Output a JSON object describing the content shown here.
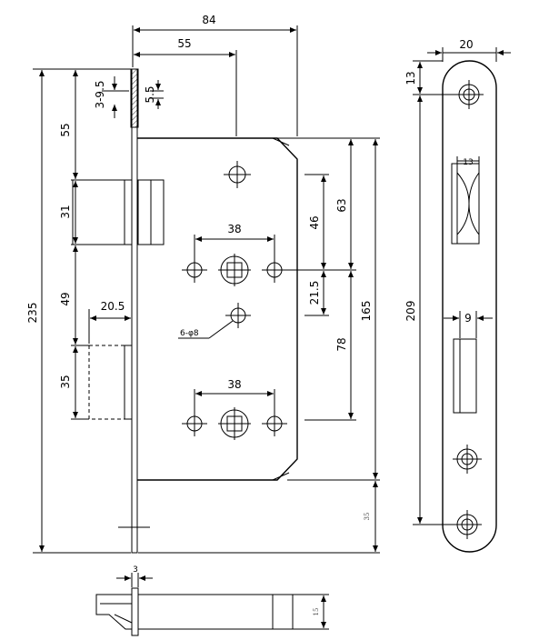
{
  "dimensions": {
    "overall_width": "84",
    "backset": "55",
    "faceplate_height": "235",
    "top_to_latch": "55",
    "latch_height": "31",
    "latch_to_deadbolt": "49",
    "deadbolt_height": "35",
    "deadbolt_throw": "20.5",
    "faceplate_thickness": "3-9.5",
    "faceplate_offset": "5.5",
    "spindle_spacing_top": "38",
    "spindle_spacing_bottom": "38",
    "hole_note": "6-φ8",
    "dim_46": "46",
    "dim_63": "63",
    "dim_21_5": "21.5",
    "dim_78": "78",
    "case_height": "165",
    "bottom_offset": "35",
    "front_width": "20",
    "front_top_hole": "13",
    "front_hole_pitch": "209",
    "latch_slot_width": "13",
    "bolt_slot_width": "9",
    "bottom_thickness": "3",
    "bottom_depth": "15"
  }
}
